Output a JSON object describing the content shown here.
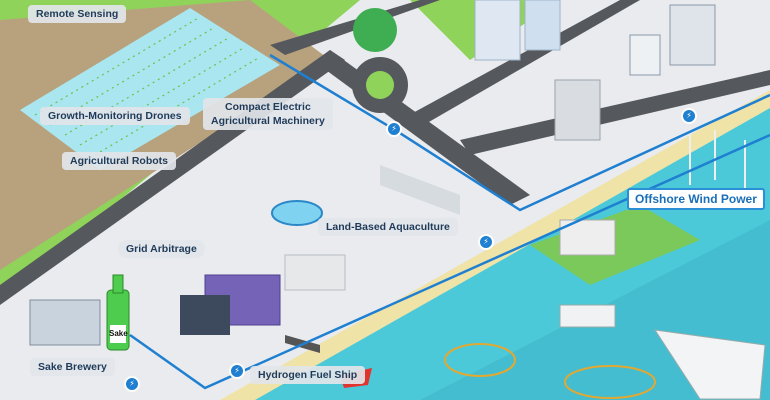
{
  "labels": {
    "remote_sensing": "Remote Sensing",
    "growth_drones": "Growth-Monitoring Drones",
    "compact_machinery_line1": "Compact Electric",
    "compact_machinery_line2": "Agricultural Machinery",
    "agricultural_robots": "Agricultural Robots",
    "grid_arbitrage": "Grid Arbitrage",
    "land_aquaculture": "Land-Based Aquaculture",
    "sake_brewery": "Sake Brewery",
    "hydrogen_ship": "Hydrogen Fuel Ship",
    "offshore_wind": "Offshore Wind Power",
    "sake_bottle": "Sake"
  },
  "icons": {
    "grid_node": "power-connector-icon"
  },
  "colors": {
    "grass": "#8fd35a",
    "field": "#b7a27d",
    "paddy": "#a9e6ef",
    "land": "#eceef0",
    "road": "#55585c",
    "sea": "#4cc9d8",
    "beach": "#efe3a8",
    "power_line": "#1f7fd0",
    "label_text": "#1f3b5a"
  }
}
